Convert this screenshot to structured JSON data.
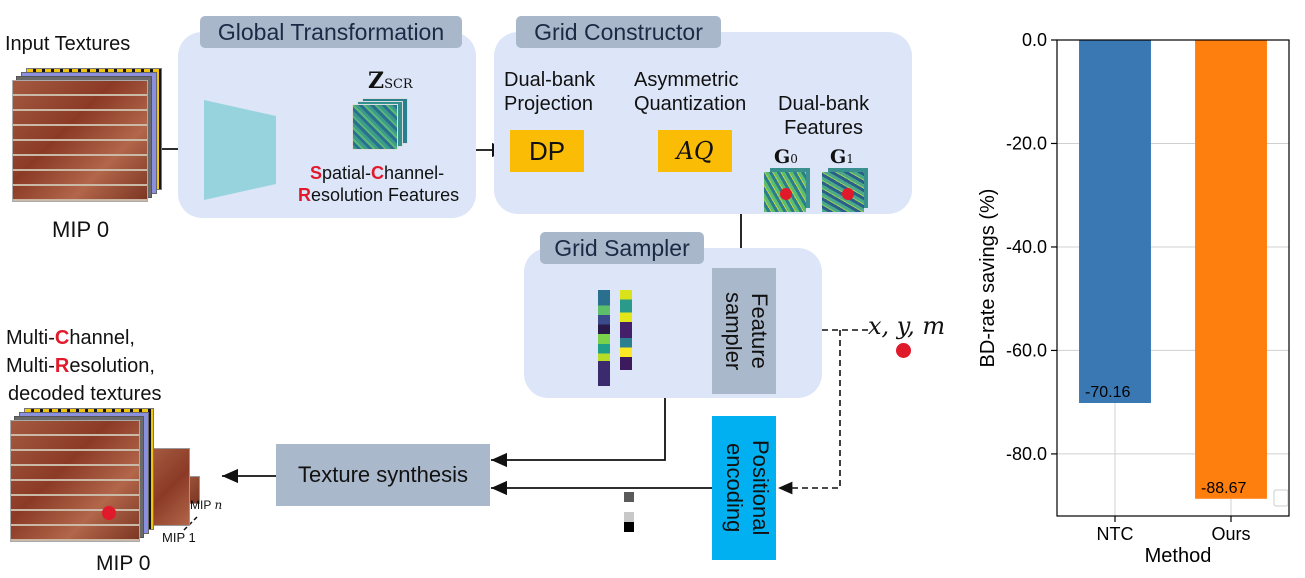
{
  "input": {
    "title": "Input Textures",
    "mip_label": "MIP 0"
  },
  "global": {
    "header": "Global Transformation",
    "z_symbol": "Z",
    "z_sub": "SCR",
    "features_line1_s": "S",
    "features_line1_a": "patial-",
    "features_line1_c": "C",
    "features_line1_b": "hannel-",
    "features_line2_r": "R",
    "features_line2_a": "esolution Features"
  },
  "grid_constructor": {
    "header": "Grid Constructor",
    "dp_title": "Dual-bank\nProjection",
    "dp_label": "DP",
    "aq_title": "Asymmetric\nQuantization",
    "aq_label": "AQ",
    "features_title": "Dual-bank\nFeatures",
    "g0_symbol": "G",
    "g0_sub": "0",
    "g1_symbol": "G",
    "g1_sub": "1"
  },
  "grid_sampler": {
    "header": "Grid Sampler",
    "feature_sampler": "Feature sampler"
  },
  "input_coords": "x, y, m",
  "positional_encoding": "Positional encoding",
  "texture_synthesis": "Texture synthesis",
  "output": {
    "line1_a": "Multi-",
    "line1_c": "C",
    "line1_b": "hannel,",
    "line2_a": "Multi-",
    "line2_r": "R",
    "line2_b": "esolution,",
    "line3": "decoded textures",
    "mip_label": "MIP 0",
    "mip1": "MIP 1",
    "mipn_prefix": "MIP ",
    "mipn_var": "n"
  },
  "colors": {
    "panel": "#dde6f8",
    "header": "#a9b7ca",
    "dp_aq": "#fbbc05",
    "encoder": "#97d3dc",
    "posenc": "#00b0f0",
    "texture_box": "#aab8cc",
    "red_dot": "#e01a2b",
    "ntc_bar": "#3a78b4",
    "ours_bar": "#ff7f0e"
  },
  "chart_data": {
    "type": "bar",
    "categories": [
      "NTC",
      "Ours"
    ],
    "values": [
      -70.16,
      -88.67
    ],
    "data_labels": [
      "-70.16",
      "-88.67"
    ],
    "xlabel": "Method",
    "ylabel": "BD-rate savings (%)",
    "ylim": [
      -92,
      0
    ],
    "yticks": [
      0.0,
      -20.0,
      -40.0,
      -60.0,
      -80.0
    ],
    "ytick_labels": [
      "0.0",
      "-20.0",
      "-40.0",
      "-60.0",
      "-80.0"
    ],
    "grid": true,
    "bar_colors": [
      "#3a78b4",
      "#ff7f0e"
    ]
  }
}
